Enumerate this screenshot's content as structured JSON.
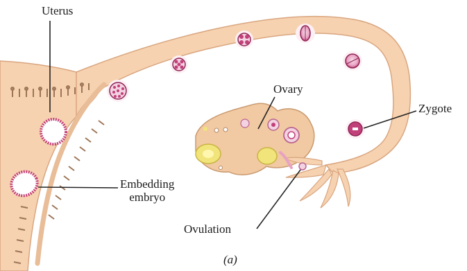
{
  "labels": {
    "uterus": "Uterus",
    "ovary": "Ovary",
    "zygote": "Zygote",
    "embedding_line1": "Embedding",
    "embedding_line2": "embryo",
    "ovulation": "Ovulation",
    "caption": "(a)"
  },
  "colors": {
    "tissue": "#f6d2b0",
    "tissue_edge": "#d9a57f",
    "fold": "#b48a6a",
    "cell_pink": "#c2407a",
    "cell_light": "#f3d3e2",
    "ovary": "#f1c9a2",
    "follicle_yellow": "#f1e47a",
    "leader_line": "#222222"
  }
}
